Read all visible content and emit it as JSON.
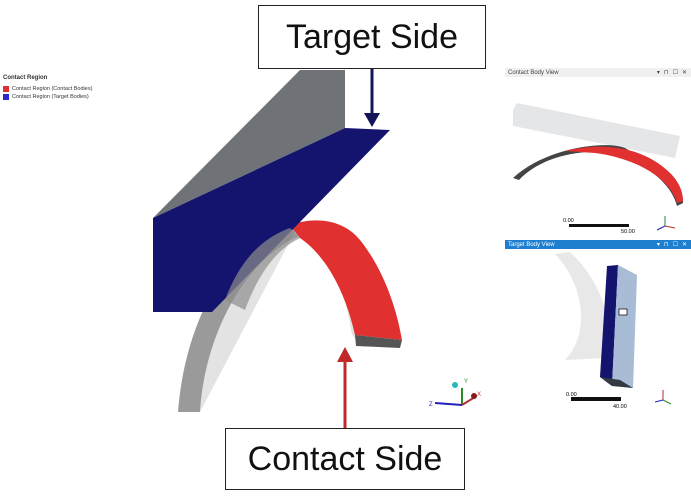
{
  "legend": {
    "title": "Contact Region",
    "items": [
      {
        "label": "Contact Region (Contact Bodies)",
        "color": "#e03030"
      },
      {
        "label": "Contact Region (Target Bodies)",
        "color": "#2a2ad0"
      }
    ]
  },
  "callouts": {
    "target": "Target Side",
    "contact": "Contact Side",
    "target_arrow_color": "#14145a",
    "contact_arrow_color": "#c0282a"
  },
  "contact_view": {
    "title": "Contact Body View",
    "scale_min": "0.00",
    "scale_max": "50.00",
    "controls": [
      "▾",
      "⊓",
      "☐",
      "✕"
    ]
  },
  "target_view": {
    "title": "Target Body View",
    "scale_min": "0.00",
    "scale_max": "40.00",
    "controls": [
      "▾",
      "⊓",
      "☐",
      "✕"
    ],
    "title_bg": "#1e7fd0"
  },
  "triad": {
    "x": "X",
    "y": "Y",
    "z": "Z"
  }
}
